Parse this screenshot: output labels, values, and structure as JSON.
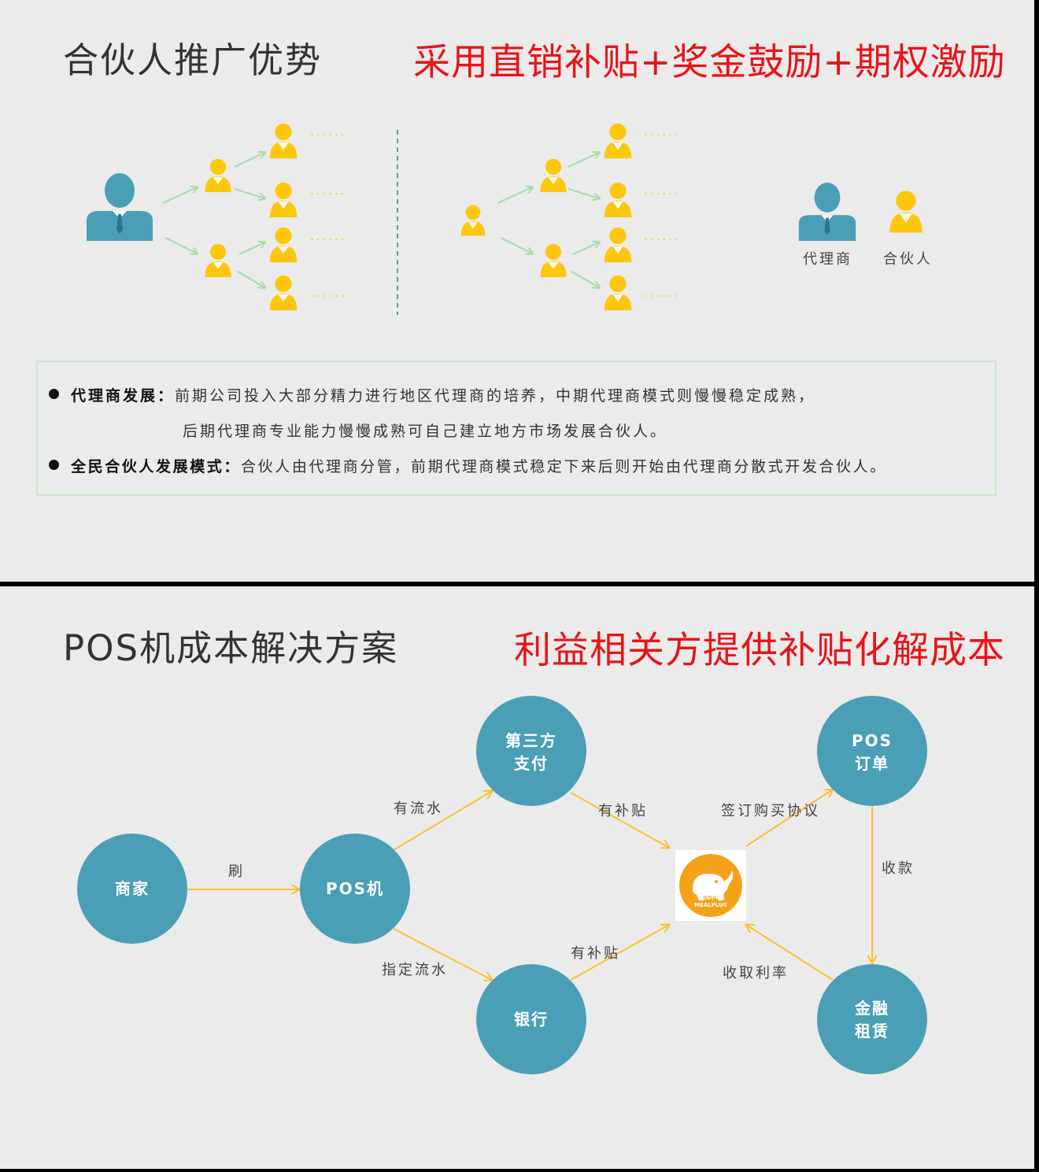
{
  "section1": {
    "title": "合伙人推广优势",
    "slogan": "采用直销补贴+奖金鼓励+期权激励",
    "legend": {
      "agent_label": "代理商",
      "partner_label": "合伙人"
    },
    "ellipsis": "......",
    "notes": [
      {
        "heading": "代理商发展：",
        "text": "前期公司投入大部分精力进行地区代理商的培养，中期代理商模式则慢慢稳定成熟，",
        "continuation": "后期代理商专业能力慢慢成熟可自己建立地方市场发展合伙人。"
      },
      {
        "heading": "全民合伙人发展模式：",
        "text": "合伙人由代理商分管，前期代理商模式稳定下来后则开始由代理商分散式开发合伙人。"
      }
    ],
    "colors": {
      "agent": "#4a9fb6",
      "partner": "#fdc70d",
      "arrow": "#a8dcae",
      "divider": "#5aa0a8"
    }
  },
  "section2": {
    "title": "POS机成本解决方案",
    "slogan": "利益相关方提供补贴化解成本",
    "nodes": {
      "merchant": "商家",
      "pos": "POS机",
      "third_party": "第三方\n支付",
      "bank": "银行",
      "pos_order": "POS\n订单",
      "leasing": "金融\n租赁"
    },
    "edges": {
      "swipe": "刷",
      "has_flow": "有流水",
      "designated_flow": "指定流水",
      "subsidy_third": "有补贴",
      "subsidy_bank": "有补贴",
      "sign_agreement": "签订购买协议",
      "collect_payment": "收款",
      "collect_interest": "收取利率"
    },
    "logo": {
      "cn": "餐加科技",
      "en": "MEALPLUS"
    },
    "colors": {
      "node": "#4a9fb6",
      "arrow": "#fbc02d",
      "logo": "#f5a21b"
    }
  }
}
